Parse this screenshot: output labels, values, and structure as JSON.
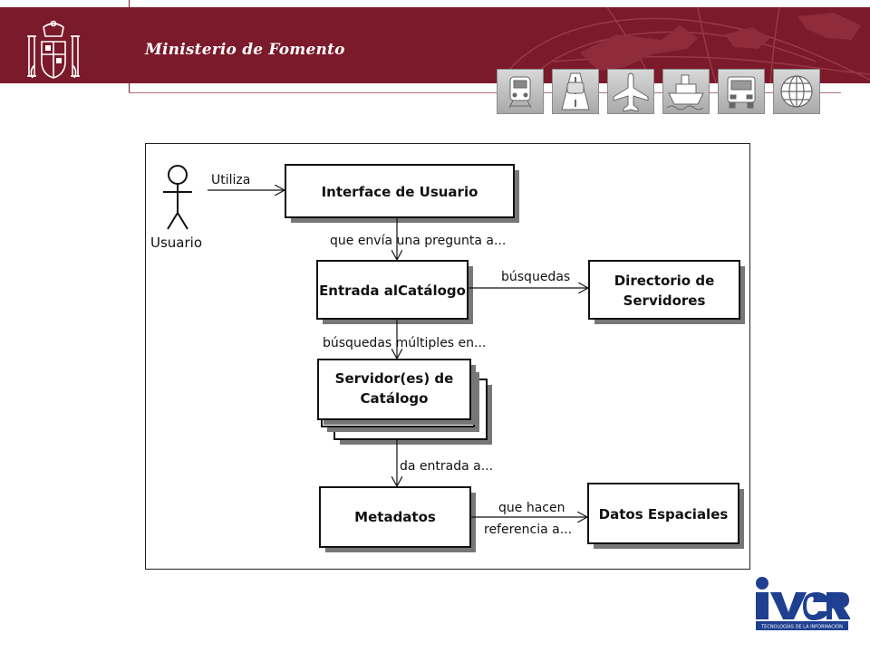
{
  "header": {
    "ministry": "Ministerio de Fomento",
    "transport_icons": [
      "train-icon",
      "road-icon",
      "airplane-icon",
      "ship-icon",
      "truck-icon",
      "globe-icon"
    ]
  },
  "diagram": {
    "actor": "Usuario",
    "boxes": {
      "interface": "Interface de Usuario",
      "entrada": "Entrada alCatálogo",
      "directorio": [
        "Directorio de",
        "Servidores"
      ],
      "servidores": [
        "Servidor(es) de",
        "Catálogo"
      ],
      "metadatos": "Metadatos",
      "datos": "Datos Espaciales"
    },
    "edges": {
      "utiliza": "Utiliza",
      "envia": "que envía una pregunta a...",
      "busquedas": "búsquedas",
      "multiples": "búsquedas múltiples en...",
      "entrada_a": "da entrada a...",
      "referencia": [
        "que hacen",
        "referencia a..."
      ]
    }
  },
  "logo": {
    "name": "iveR",
    "tagline": "TECNOLOGÍAS DE LA INFORMACIÓN"
  },
  "colors": {
    "header": "#7a1a2a",
    "logo_blue": "#1f3f91"
  }
}
